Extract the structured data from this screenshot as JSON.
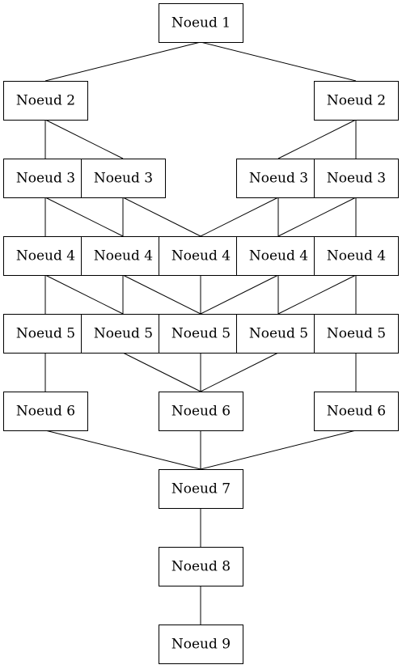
{
  "diagram": {
    "nodes": [
      {
        "id": "n1",
        "label": "Noeud 1"
      },
      {
        "id": "n2a",
        "label": "Noeud 2"
      },
      {
        "id": "n2b",
        "label": "Noeud 2"
      },
      {
        "id": "n3a",
        "label": "Noeud 3"
      },
      {
        "id": "n3b",
        "label": "Noeud 3"
      },
      {
        "id": "n3c",
        "label": "Noeud 3"
      },
      {
        "id": "n3d",
        "label": "Noeud 3"
      },
      {
        "id": "n4a",
        "label": "Noeud 4"
      },
      {
        "id": "n4b",
        "label": "Noeud 4"
      },
      {
        "id": "n4c",
        "label": "Noeud 4"
      },
      {
        "id": "n4d",
        "label": "Noeud 4"
      },
      {
        "id": "n4e",
        "label": "Noeud 4"
      },
      {
        "id": "n5a",
        "label": "Noeud 5"
      },
      {
        "id": "n5b",
        "label": "Noeud 5"
      },
      {
        "id": "n5c",
        "label": "Noeud 5"
      },
      {
        "id": "n5d",
        "label": "Noeud 5"
      },
      {
        "id": "n5e",
        "label": "Noeud 5"
      },
      {
        "id": "n6a",
        "label": "Noeud 6"
      },
      {
        "id": "n6b",
        "label": "Noeud 6"
      },
      {
        "id": "n6c",
        "label": "Noeud 6"
      },
      {
        "id": "n7",
        "label": "Noeud 7"
      },
      {
        "id": "n8",
        "label": "Noeud 8"
      },
      {
        "id": "n9",
        "label": "Noeud 9"
      }
    ],
    "edges": [
      [
        "n1",
        "n2a"
      ],
      [
        "n1",
        "n2b"
      ],
      [
        "n2a",
        "n3a"
      ],
      [
        "n2a",
        "n3b"
      ],
      [
        "n2b",
        "n3c"
      ],
      [
        "n2b",
        "n3d"
      ],
      [
        "n3a",
        "n4a"
      ],
      [
        "n3a",
        "n4b"
      ],
      [
        "n3b",
        "n4b"
      ],
      [
        "n3b",
        "n4c"
      ],
      [
        "n3c",
        "n4c"
      ],
      [
        "n3c",
        "n4d"
      ],
      [
        "n3d",
        "n4d"
      ],
      [
        "n3d",
        "n4e"
      ],
      [
        "n4a",
        "n5a"
      ],
      [
        "n4a",
        "n5b"
      ],
      [
        "n4b",
        "n5b"
      ],
      [
        "n4b",
        "n5c"
      ],
      [
        "n4c",
        "n5c"
      ],
      [
        "n4d",
        "n5c"
      ],
      [
        "n4d",
        "n5d"
      ],
      [
        "n4e",
        "n5d"
      ],
      [
        "n4e",
        "n5e"
      ],
      [
        "n5a",
        "n6a"
      ],
      [
        "n5b",
        "n6b"
      ],
      [
        "n5c",
        "n6b"
      ],
      [
        "n5d",
        "n6b"
      ],
      [
        "n5e",
        "n6c"
      ],
      [
        "n6a",
        "n7"
      ],
      [
        "n6b",
        "n7"
      ],
      [
        "n6c",
        "n7"
      ],
      [
        "n7",
        "n8"
      ],
      [
        "n8",
        "n9"
      ]
    ]
  }
}
